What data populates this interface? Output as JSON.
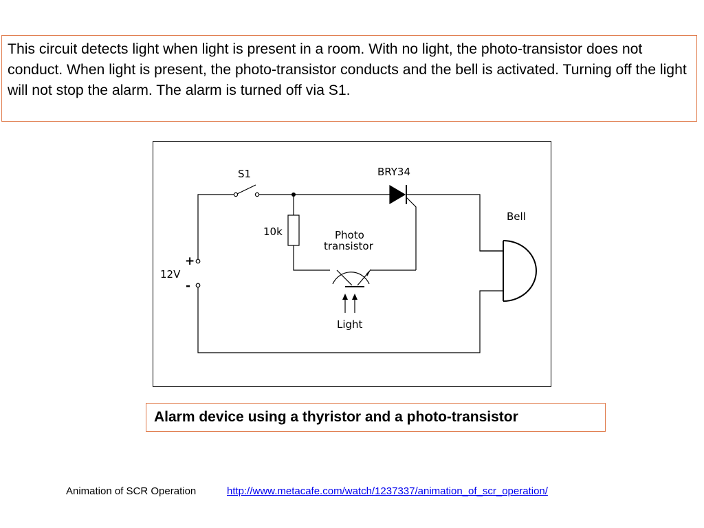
{
  "description": {
    "text": "This circuit detects light when light is present in a room.  With no light, the photo-transistor does not conduct. When light is present, the photo-transistor conducts and the bell is activated. Turning off the light will not stop the alarm. The alarm is turned off via S1."
  },
  "circuit": {
    "labels": {
      "switch": "S1",
      "thyristor": "BRY34",
      "bell": "Bell",
      "resistor": "10k",
      "phototransistor_line1": "Photo",
      "phototransistor_line2": "transistor",
      "supply_voltage": "12V",
      "light": "Light",
      "plus": "+",
      "minus": "-"
    }
  },
  "caption": {
    "text": "Alarm device using a thyristor and a photo-transistor"
  },
  "footer": {
    "label": "Animation of SCR Operation",
    "link_text": "http://www.metacafe.com/watch/1237337/animation_of_scr_operation/",
    "link_color": "#0000ee"
  },
  "colors": {
    "box_border": "#e07a4a"
  }
}
